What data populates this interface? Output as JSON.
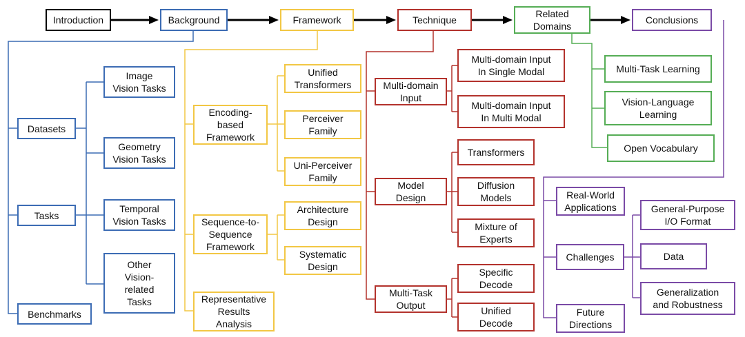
{
  "colors": {
    "intro": "#000000",
    "background": "#3c6cb4",
    "framework": "#f2c744",
    "technique": "#b3322c",
    "related": "#55ad55",
    "conclusions": "#7a4aa6"
  },
  "top": {
    "introduction": "Introduction",
    "background": "Background",
    "framework": "Framework",
    "technique": "Technique",
    "related_domains": "Related\nDomains",
    "conclusions": "Conclusions"
  },
  "background": {
    "datasets": "Datasets",
    "tasks": "Tasks",
    "benchmarks": "Benchmarks",
    "task_items": [
      "Image\nVision Tasks",
      "Geometry\nVision Tasks",
      "Temporal\nVision Tasks",
      "Other\nVision-\nrelated\nTasks"
    ]
  },
  "framework": {
    "encoding": "Encoding-\nbased\nFramework",
    "seq2seq": "Sequence-to-\nSequence\nFramework",
    "representative": "Representative\nResults\nAnalysis",
    "encoding_items": [
      "Unified\nTransformers",
      "Perceiver\nFamily",
      "Uni-Perceiver\nFamily"
    ],
    "seq2seq_items": [
      "Architecture\nDesign",
      "Systematic\nDesign"
    ]
  },
  "technique": {
    "multi_domain_input": "Multi-domain\nInput",
    "model_design": "Model\nDesign",
    "multi_task_output": "Multi-Task\nOutput",
    "input_items": [
      "Multi-domain Input\nIn Single Modal",
      "Multi-domain Input\nIn Multi Modal"
    ],
    "design_items": [
      "Transformers",
      "Diffusion\nModels",
      "Mixture of\nExperts"
    ],
    "output_items": [
      "Specific\nDecode",
      "Unified\nDecode"
    ]
  },
  "related": {
    "items": [
      "Multi-Task Learning",
      "Vision-Language\nLearning",
      "Open Vocabulary"
    ]
  },
  "conclusions": {
    "real_world": "Real-World\nApplications",
    "challenges": "Challenges",
    "future": "Future\nDirections",
    "challenge_items": [
      "General-Purpose\nI/O Format",
      "Data",
      "Generalization\nand Robustness"
    ]
  }
}
